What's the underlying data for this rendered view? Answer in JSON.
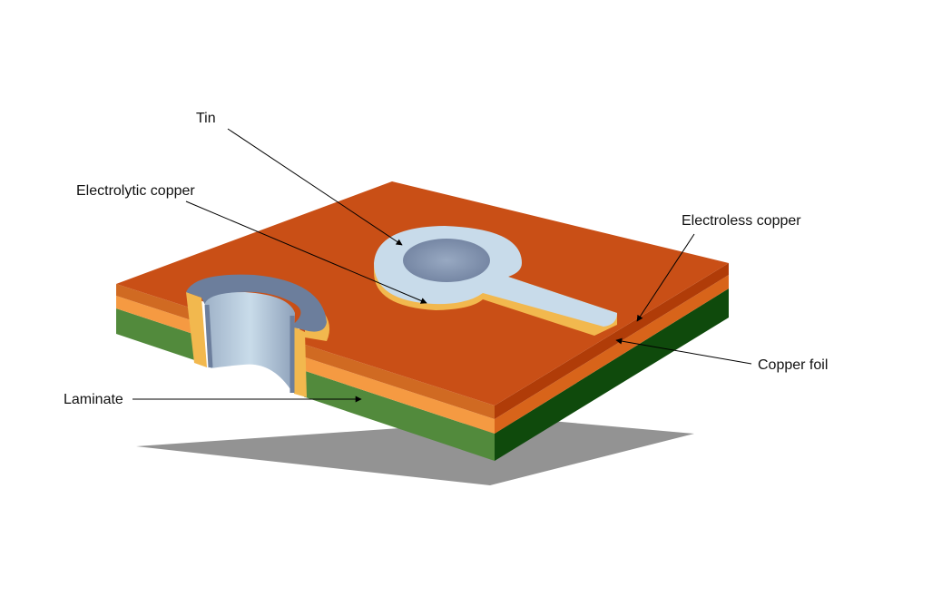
{
  "diagram": {
    "type": "pcb-via-cross-section",
    "labels": {
      "tin": "Tin",
      "electrolytic_copper": "Electrolytic copper",
      "electroless_copper": "Electroless copper",
      "copper_foil": "Copper foil",
      "laminate": "Laminate"
    },
    "colors": {
      "top_surface": "#c94f16",
      "electroless_copper_edge": "#b03c08",
      "copper_foil_front": "#f59a42",
      "copper_foil_right": "#d8641a",
      "laminate_front": "#528a3c",
      "laminate_right": "#0f4a0c",
      "electrolytic_copper": "#f2b84e",
      "tin": "#c8dbea",
      "tin_hole": "#8497b3",
      "via_wall": "#6c7e9c",
      "shadow": "#939393"
    }
  }
}
